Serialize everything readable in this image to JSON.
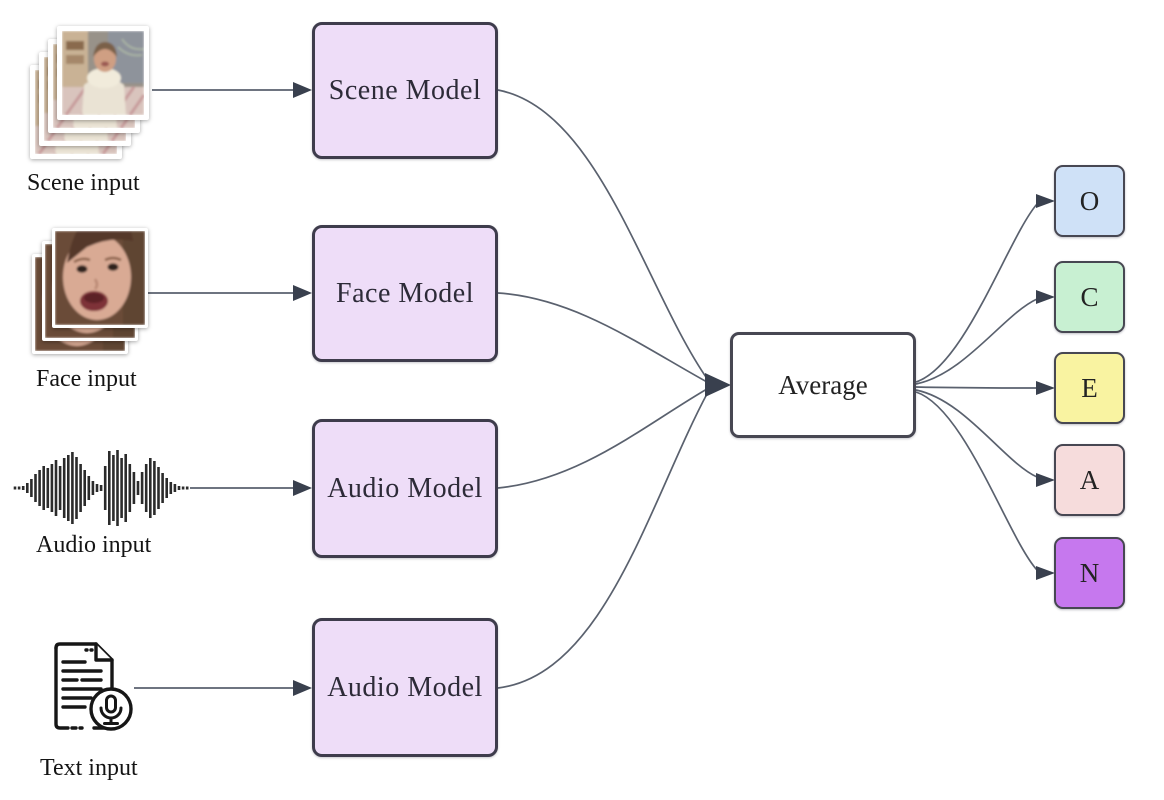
{
  "diagram": {
    "inputs": [
      {
        "id": "scene",
        "label": "Scene input",
        "icon": "scene-frames-icon"
      },
      {
        "id": "face",
        "label": "Face input",
        "icon": "face-frames-icon"
      },
      {
        "id": "audio",
        "label": "Audio input",
        "icon": "audio-waveform-icon"
      },
      {
        "id": "text",
        "label": "Text input",
        "icon": "document-mic-icon"
      }
    ],
    "models": [
      {
        "id": "scene-model",
        "label": "Scene Model"
      },
      {
        "id": "face-model",
        "label": "Face Model"
      },
      {
        "id": "audio-model",
        "label": "Audio Model"
      },
      {
        "id": "text-model",
        "label": "Audio Model"
      }
    ],
    "aggregator": {
      "label": "Average"
    },
    "outputs": [
      {
        "label": "O",
        "color": "#cfe1f7"
      },
      {
        "label": "C",
        "color": "#c8f0d2"
      },
      {
        "label": "E",
        "color": "#f9f3a1"
      },
      {
        "label": "A",
        "color": "#f6dcdc"
      },
      {
        "label": "N",
        "color": "#c678ee"
      }
    ],
    "colors": {
      "model_fill": "#eeddf8",
      "model_border": "#3e3c4c",
      "box_border": "#474752",
      "average_fill": "#ffffff",
      "edge": "#5a616e",
      "arrowhead": "#39404e"
    }
  }
}
